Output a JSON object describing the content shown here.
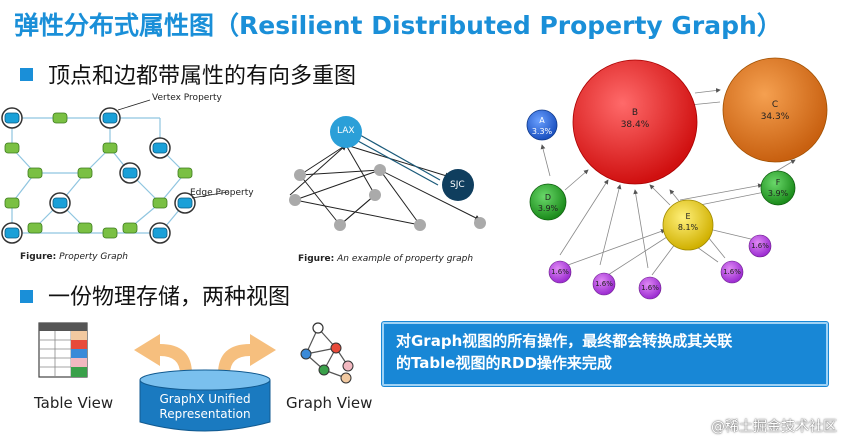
{
  "title": "弹性分布式属性图（Resilient Distributed Property Graph）",
  "bullets": {
    "first": "顶点和边都带属性的有向多重图",
    "second": "一份物理存储，两种视图"
  },
  "property_graph": {
    "vertex_property_label": "Vertex Property",
    "edge_property_label": "Edge Property",
    "caption_prefix": "Figure:",
    "caption_text": "Property Graph"
  },
  "example_graph": {
    "node_lax": "LAX",
    "node_sjc": "SJC",
    "caption_prefix": "Figure:",
    "caption_text": "An example of property graph"
  },
  "pagerank": {
    "nodes": [
      {
        "id": "A",
        "pct": "3.3%",
        "color": "#2b6fd6"
      },
      {
        "id": "B",
        "pct": "38.4%",
        "color": "#e82020"
      },
      {
        "id": "C",
        "pct": "34.3%",
        "color": "#e0761a"
      },
      {
        "id": "D",
        "pct": "3.9%",
        "color": "#2ca82c"
      },
      {
        "id": "E",
        "pct": "8.1%",
        "color": "#e8d010"
      },
      {
        "id": "F",
        "pct": "3.9%",
        "color": "#2ca82c"
      }
    ],
    "small_pct": "1.6%"
  },
  "views": {
    "table_view": "Table View",
    "graph_view": "Graph View",
    "unified_line1": "GraphX Unified",
    "unified_line2": "Representation"
  },
  "callout": {
    "line1": "对Graph视图的所有操作，最终都会转换成其关联",
    "line2": "的Table视图的RDD操作来完成"
  },
  "watermark": "@稀土掘金技术社区",
  "colors": {
    "accent": "#1a8fd8",
    "callout_bg": "#1887d6"
  }
}
